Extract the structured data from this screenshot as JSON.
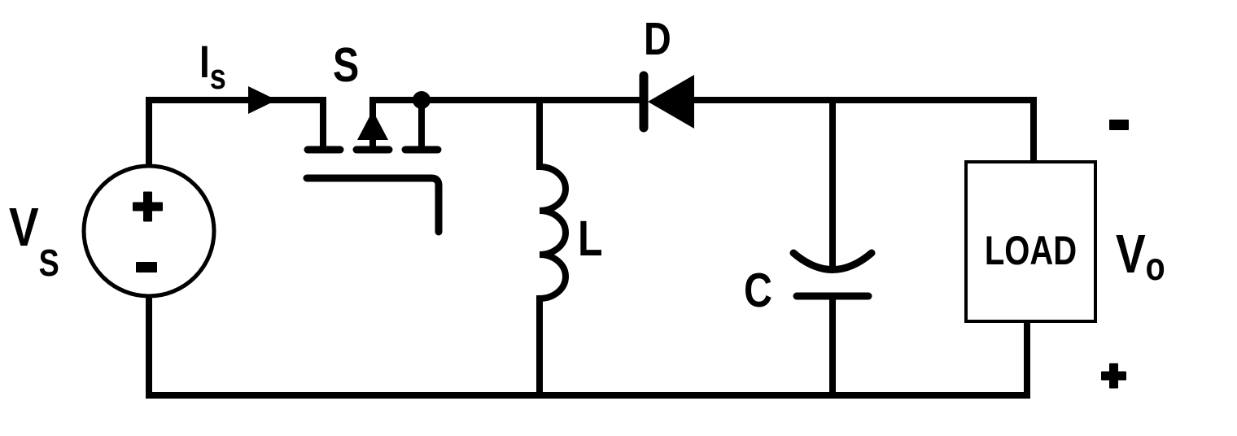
{
  "circuit": {
    "kind": "buck-boost dc-dc converter schematic",
    "source_voltage": {
      "base": "V",
      "sub": "S"
    },
    "input_current": {
      "base": "I",
      "sub": "s"
    },
    "switch_label": "S",
    "diode_label": "D",
    "inductor_label": "L",
    "capacitor_label": "C",
    "load_label": "LOAD",
    "output_voltage": {
      "base": "V",
      "sub": "o"
    },
    "source_plus": "+",
    "source_minus": "-",
    "output_minus_top": "-",
    "output_plus_bottom": "+",
    "line_color": "#000000",
    "background_color": "#ffffff"
  }
}
